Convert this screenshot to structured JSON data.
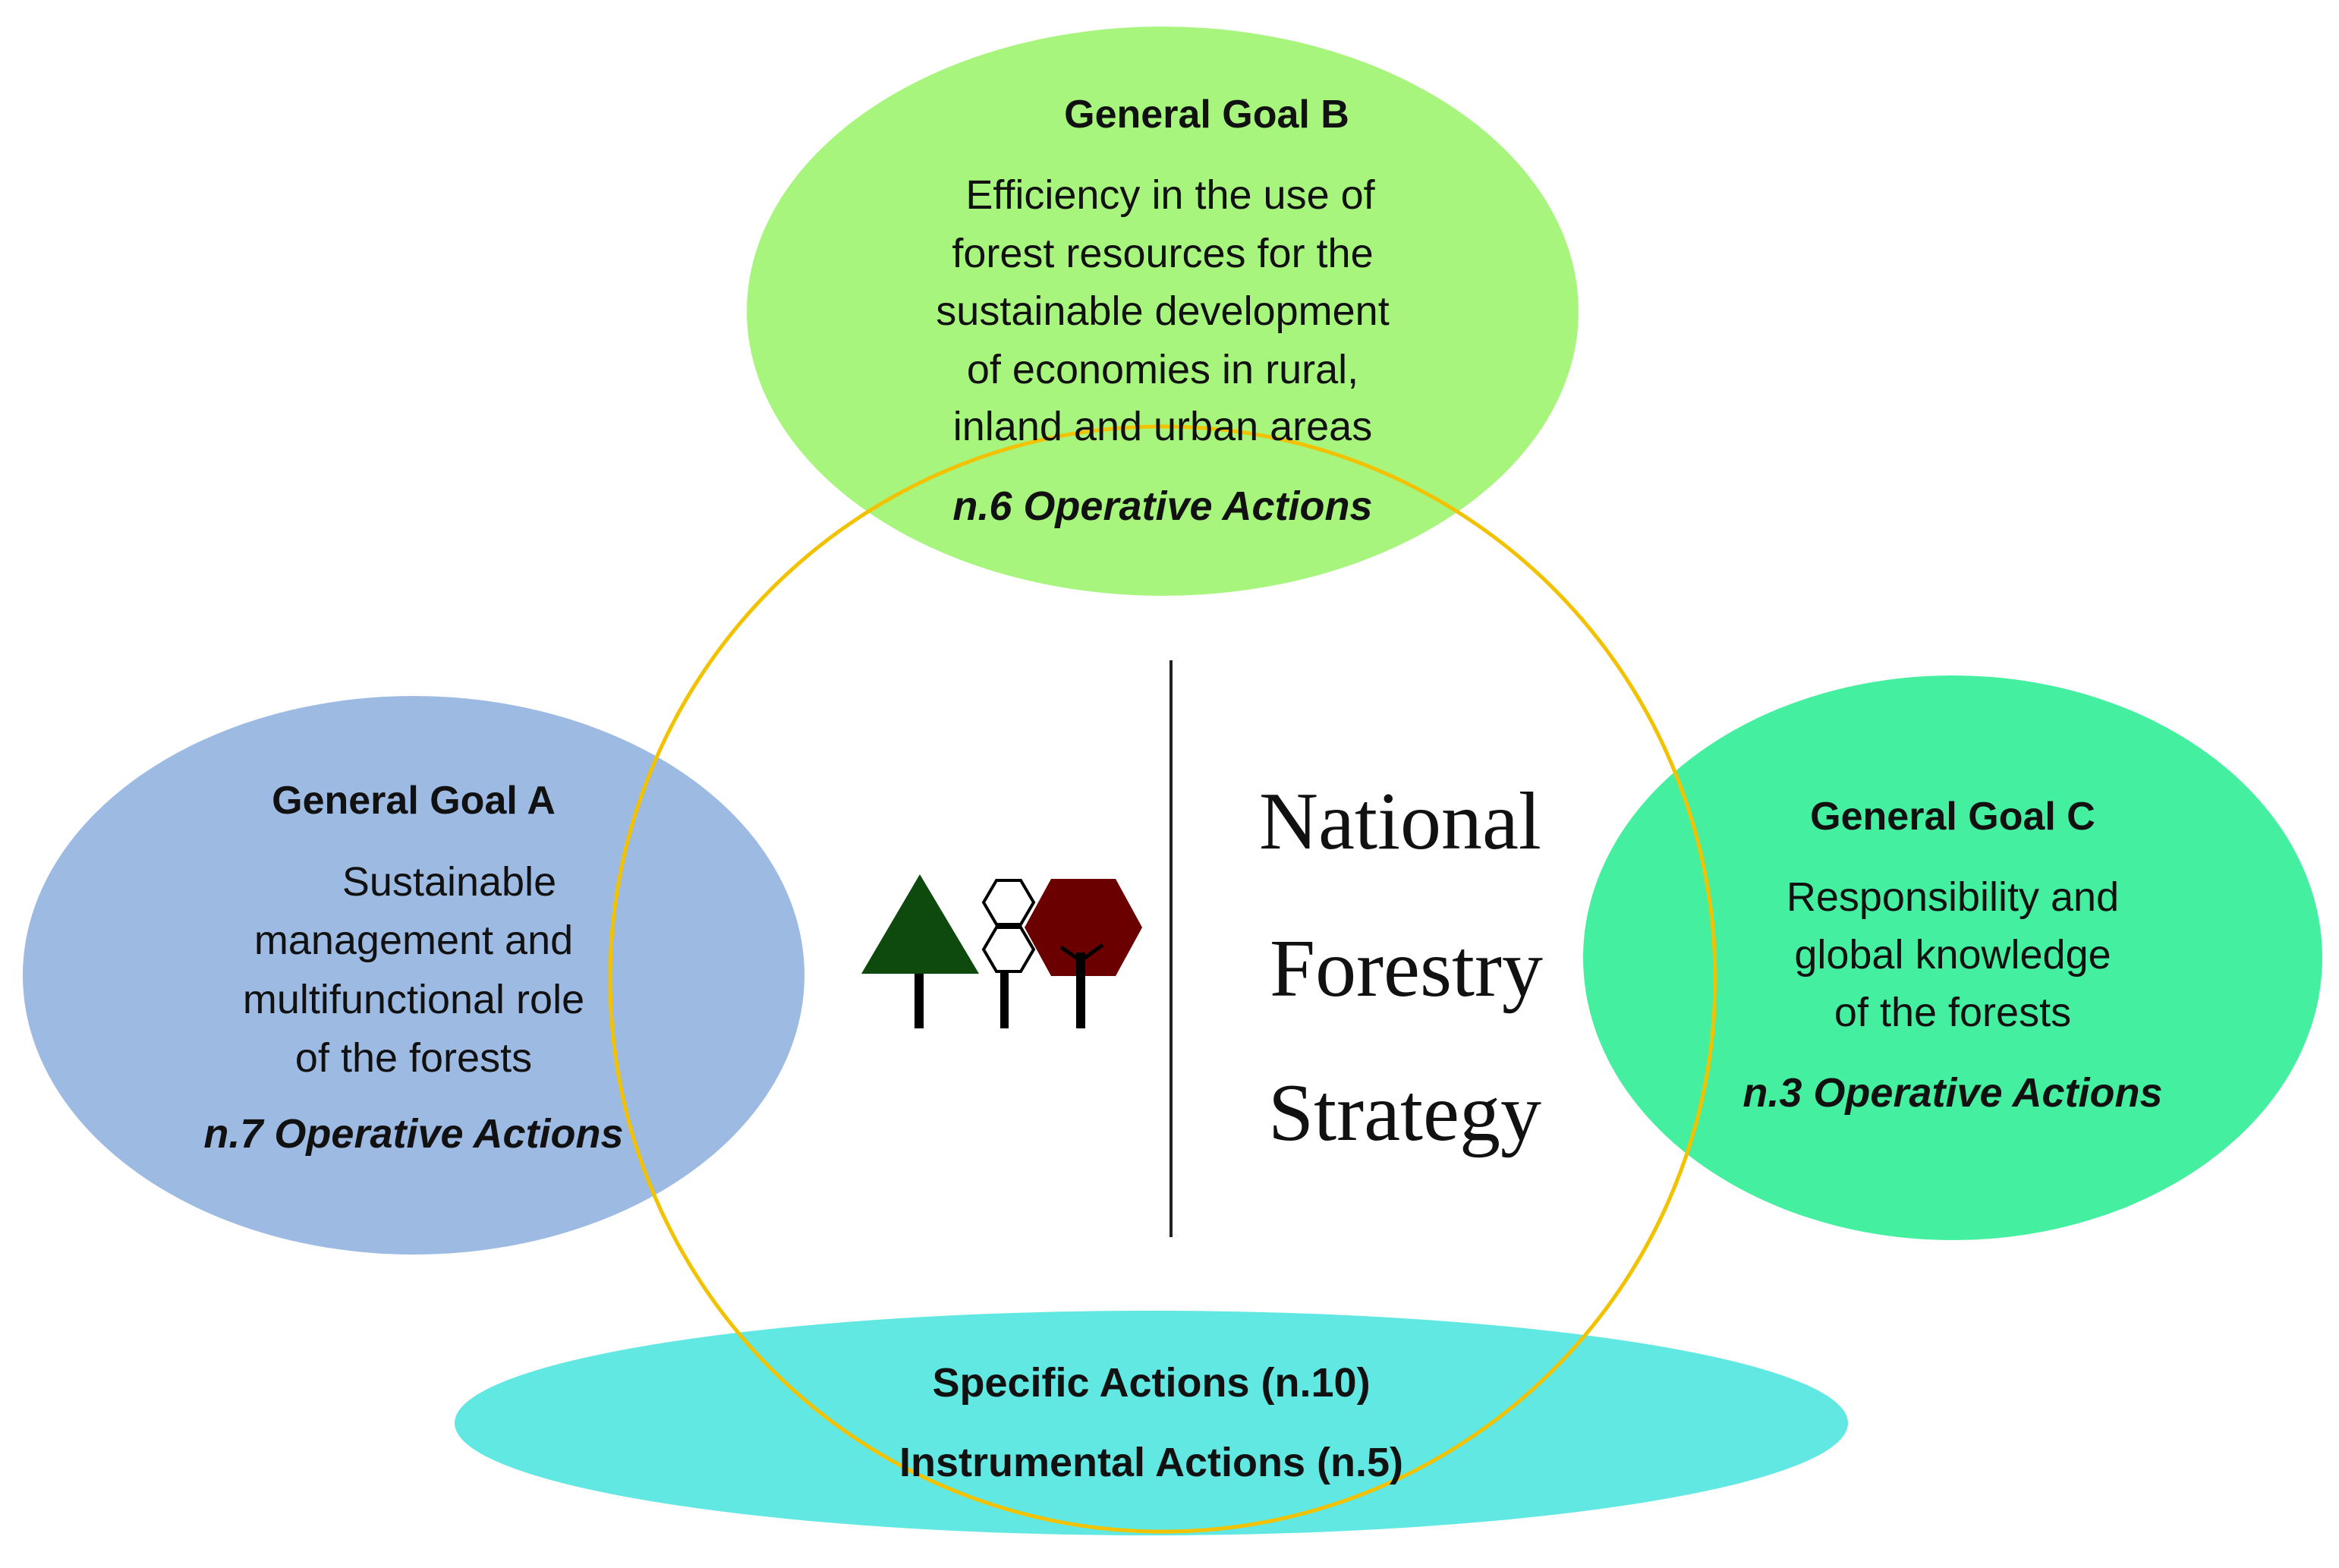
{
  "colors": {
    "goal_a_fill": "#9DBAE3",
    "goal_b_fill": "#A8F57E",
    "goal_c_fill": "#44EFA0",
    "actions_fill": "#62E8E3",
    "ring_stroke": "#F2C200",
    "tree_dark_green": "#0E4A0E",
    "tree_dark_red": "#6B0000"
  },
  "goal_b": {
    "title": "General Goal B",
    "description_lines": [
      "Efficiency in the use of",
      "forest resources for the",
      "sustainable development",
      "of economies in rural,",
      "inland and urban areas"
    ],
    "operative_actions": "n.6 Operative Actions"
  },
  "goal_a": {
    "title": "General Goal A",
    "description_lines": [
      "Sustainable",
      "management and",
      "multifunctional role",
      "of the forests"
    ],
    "operative_actions": "n.7 Operative Actions"
  },
  "goal_c": {
    "title": "General Goal C",
    "description_lines": [
      "Responsibility and",
      "global knowledge",
      "of the forests"
    ],
    "operative_actions": "n.3 Operative Actions"
  },
  "center": {
    "logo_icon": "three-trees-icon",
    "title_lines": [
      "National",
      "Forestry",
      "Strategy"
    ]
  },
  "bottom": {
    "specific_actions": "Specific Actions (n.10)",
    "instrumental_actions": "Instrumental Actions (n.5)"
  }
}
